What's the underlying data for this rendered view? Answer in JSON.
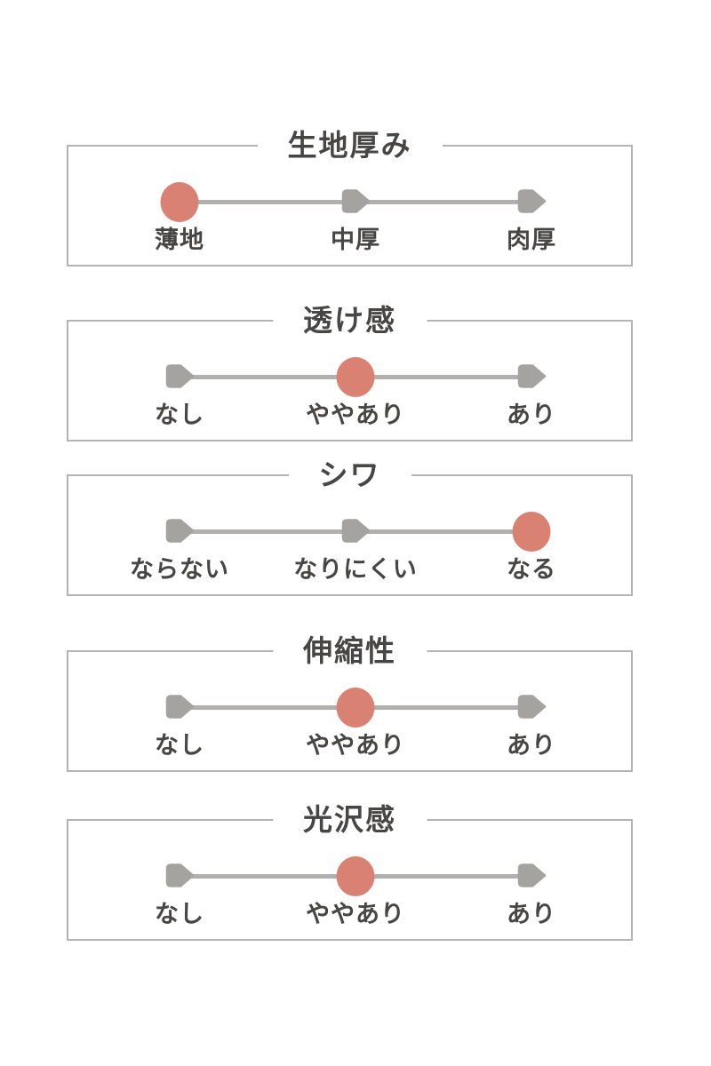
{
  "colors": {
    "accent": "#d98172",
    "inactive": "#a4a3a0",
    "track": "#b1b0ae",
    "border": "#b5b4b2",
    "text": "#474645"
  },
  "panels": [
    {
      "title": "生地厚み",
      "selected_value": "薄地",
      "options": [
        {
          "label": "薄地",
          "selected": true
        },
        {
          "label": "中厚",
          "selected": false
        },
        {
          "label": "肉厚",
          "selected": false
        }
      ]
    },
    {
      "title": "透け感",
      "selected_value": "ややあり",
      "options": [
        {
          "label": "なし",
          "selected": false
        },
        {
          "label": "ややあり",
          "selected": true
        },
        {
          "label": "あり",
          "selected": false
        }
      ]
    },
    {
      "title": "シワ",
      "selected_value": "なる",
      "options": [
        {
          "label": "ならない",
          "selected": false
        },
        {
          "label": "なりにくい",
          "selected": false
        },
        {
          "label": "なる",
          "selected": true
        }
      ]
    },
    {
      "title": "伸縮性",
      "selected_value": "ややあり",
      "options": [
        {
          "label": "なし",
          "selected": false
        },
        {
          "label": "ややあり",
          "selected": true
        },
        {
          "label": "あり",
          "selected": false
        }
      ]
    },
    {
      "title": "光沢感",
      "selected_value": "ややあり",
      "options": [
        {
          "label": "なし",
          "selected": false
        },
        {
          "label": "ややあり",
          "selected": true
        },
        {
          "label": "あり",
          "selected": false
        }
      ]
    }
  ]
}
